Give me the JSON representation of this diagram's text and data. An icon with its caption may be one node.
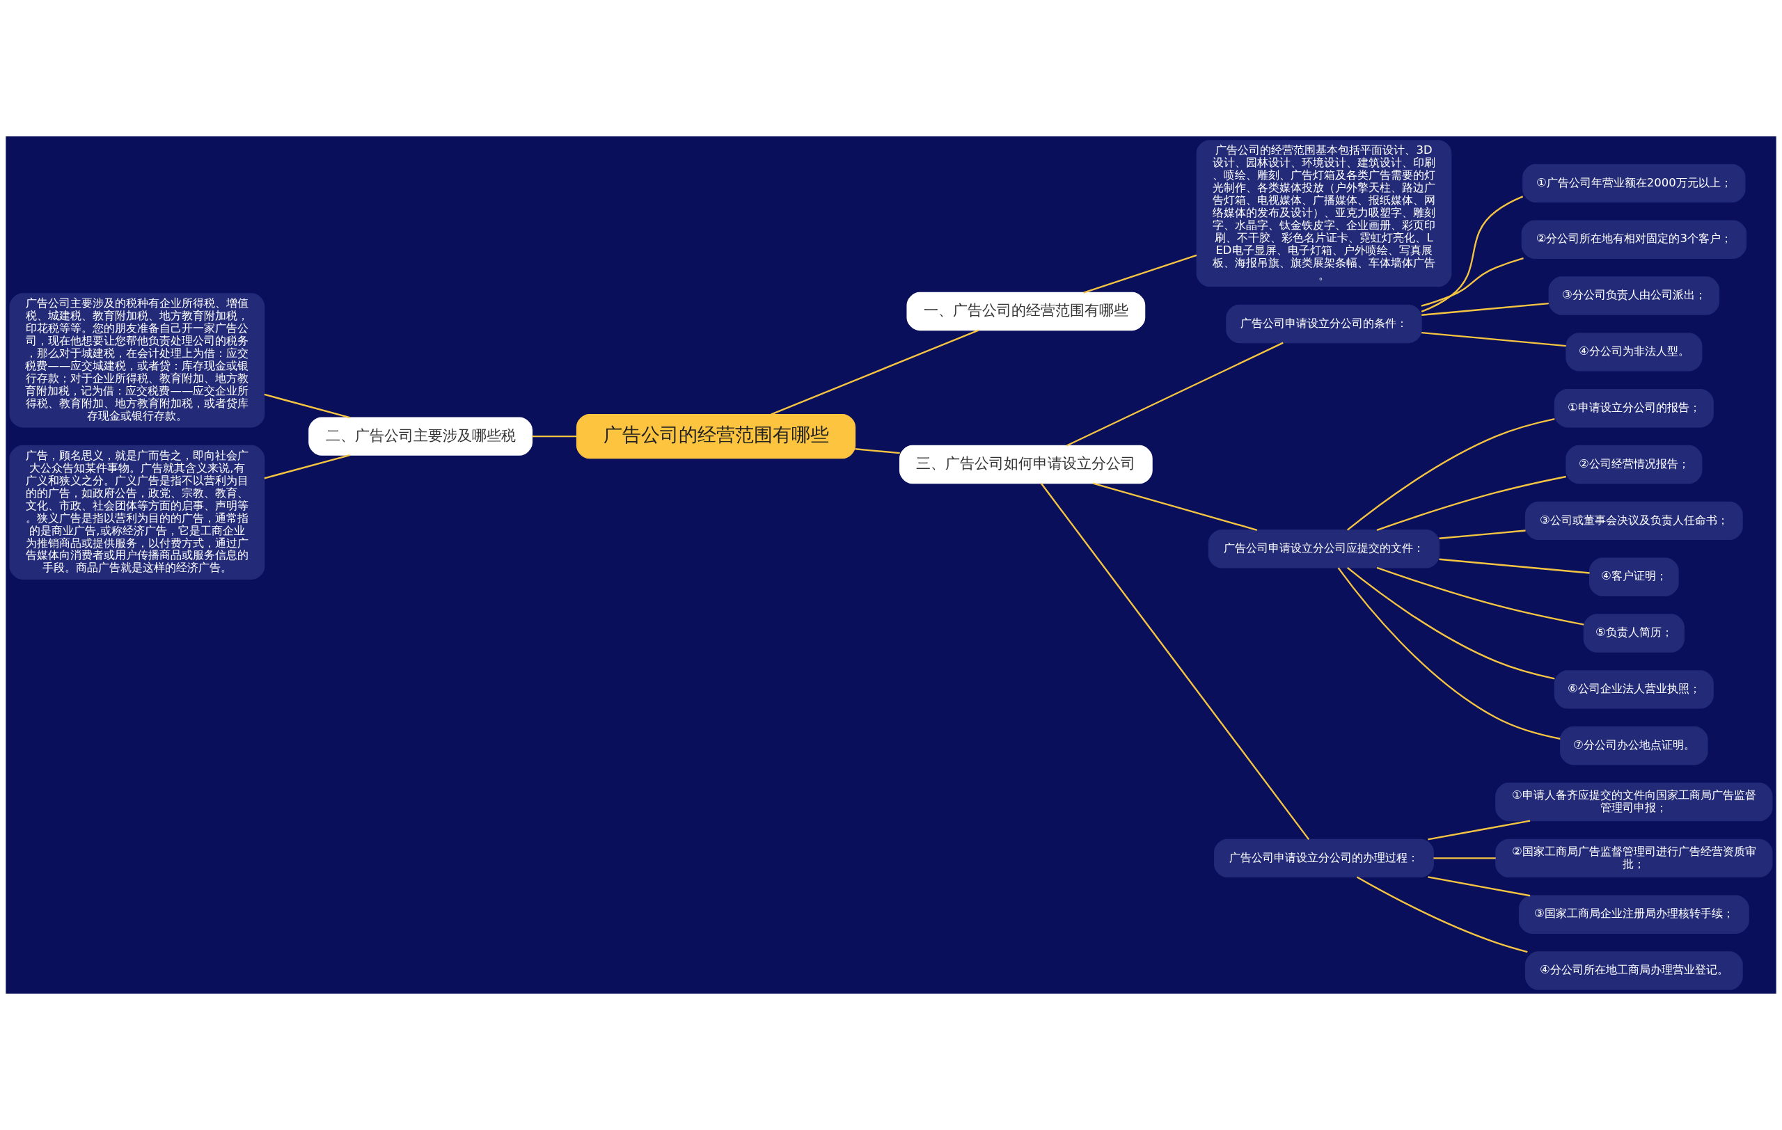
{
  "diagram": {
    "nodes": [
      {
        "text": [
          "广告公司的经营范围有哪些"
        ]
      },
      {
        "text": [
          "一、广告公司的经营范围有哪些"
        ]
      },
      {
        "text": [
          "广告公司的经营范围基本包括平面设计、3D设计、园林设计、环境设计、建筑设计、印刷、喷绘、雕刻、广告灯箱及各类广告需要的灯光制作、各类媒体投放（户外擎天柱、路边广告灯箱、电视媒体、广播媒体、报纸媒体、网络媒体的发布及设计）、亚克力吸塑字、雕刻字、水晶字、钛金铁皮字、企业画册、彩页印刷、不干胶、彩色名片证卡、霓虹灯亮化、LED电子显屏、电子灯箱、户外喷绘、写真展板、海报吊旗、旗类展架条幅、车体墙体广告。"
        ]
      },
      {
        "text": [
          "二、广告公司主要涉及哪些税"
        ]
      },
      {
        "text": [
          "广告公司主要涉及的税种有企业所得税、增值税、城建税、教育附加税、地方教育附加税，印花税等等。您的朋友准备自己开一家广告公司，现在他想要让您帮他负责处理公司的税务，那么对于城建税，在会计处理上为借：应交税费——应交城建税，或者贷：库存现金或银行存款；对于企业所得税、教育附加、地方教育附加税，记为借：应交税费——应交企业所得税、教育附加、地方教育附加税，或者贷库存现金或银行存款。"
        ]
      },
      {
        "text": [
          "广告，顾名思义，就是广而告之，即向社会广大公众告知某件事物。广告就其含义来说,有广义和狭义之分。广义广告是指不以营利为目的的广告，如政府公告，政党、宗教、教育、文化、市政、社会团体等方面的启事、声明等。狭义广告是指以营利为目的的广告，通常指的是商业广告,或称经济广告，它是工商企业为推销商品或提供服务，以付费方式，通过广告媒体向消费者或用户传播商品或服务信息的手段。商品广告就是这样的经济广告。"
        ]
      },
      {
        "text": [
          "三、广告公司如何申请设立分公司"
        ]
      },
      {
        "text": [
          "广告公司申请设立分公司的条件："
        ]
      },
      {
        "text": [
          "①广告公司年营业额在2000万元以上；"
        ]
      },
      {
        "text": [
          "②分公司所在地有相对固定的3个客户；"
        ]
      },
      {
        "text": [
          "③分公司负责人由公司派出；"
        ]
      },
      {
        "text": [
          "④分公司为非法人型。"
        ]
      },
      {
        "text": [
          "广告公司申请设立分公司应提交的文件："
        ]
      },
      {
        "text": [
          "①申请设立分公司的报告；"
        ]
      },
      {
        "text": [
          "②公司经营情况报告；"
        ]
      },
      {
        "text": [
          "③公司或董事会决议及负责人任命书；"
        ]
      },
      {
        "text": [
          "④客户证明；"
        ]
      },
      {
        "text": [
          "⑤负责人简历；"
        ]
      },
      {
        "text": [
          "⑥公司企业法人营业执照；"
        ]
      },
      {
        "text": [
          "⑦分公司办公地点证明。"
        ]
      },
      {
        "text": [
          "广告公司申请设立分公司的办理过程："
        ]
      },
      {
        "text": [
          "①申请人备齐应提交的文件向国家工商局广告监督管理司申报；"
        ]
      },
      {
        "text": [
          "②国家工商局广告监督管理司进行广告经营资质审批；"
        ]
      },
      {
        "text": [
          "③国家工商局企业注册局办理核转手续；"
        ]
      },
      {
        "text": [
          "④分公司所在地工商局办理营业登记。"
        ]
      }
    ],
    "edges": [
      {
        "from": 0,
        "to": 1,
        "arrow": "none"
      },
      {
        "from": 1,
        "to": 2,
        "arrow": "none"
      },
      {
        "from": 0,
        "to": 3,
        "arrow": "none"
      },
      {
        "from": 3,
        "to": 4,
        "arrow": "none"
      },
      {
        "from": 3,
        "to": 5,
        "arrow": "none"
      },
      {
        "from": 0,
        "to": 6,
        "arrow": "none"
      },
      {
        "from": 6,
        "to": 7,
        "arrow": "none"
      },
      {
        "from": 7,
        "to": 8,
        "arrow": "none"
      },
      {
        "from": 7,
        "to": 9,
        "arrow": "none"
      },
      {
        "from": 7,
        "to": 10,
        "arrow": "none"
      },
      {
        "from": 7,
        "to": 11,
        "arrow": "none"
      },
      {
        "from": 6,
        "to": 12,
        "arrow": "none"
      },
      {
        "from": 12,
        "to": 13,
        "arrow": "none"
      },
      {
        "from": 12,
        "to": 14,
        "arrow": "none"
      },
      {
        "from": 12,
        "to": 15,
        "arrow": "none"
      },
      {
        "from": 12,
        "to": 16,
        "arrow": "none"
      },
      {
        "from": 12,
        "to": 17,
        "arrow": "none"
      },
      {
        "from": 12,
        "to": 18,
        "arrow": "none"
      },
      {
        "from": 12,
        "to": 19,
        "arrow": "none"
      },
      {
        "from": 6,
        "to": 20,
        "arrow": "none"
      },
      {
        "from": 20,
        "to": 21,
        "arrow": "none"
      },
      {
        "from": 20,
        "to": 22,
        "arrow": "none"
      },
      {
        "from": 20,
        "to": 23,
        "arrow": "none"
      },
      {
        "from": 20,
        "to": 24,
        "arrow": "none"
      }
    ]
  }
}
